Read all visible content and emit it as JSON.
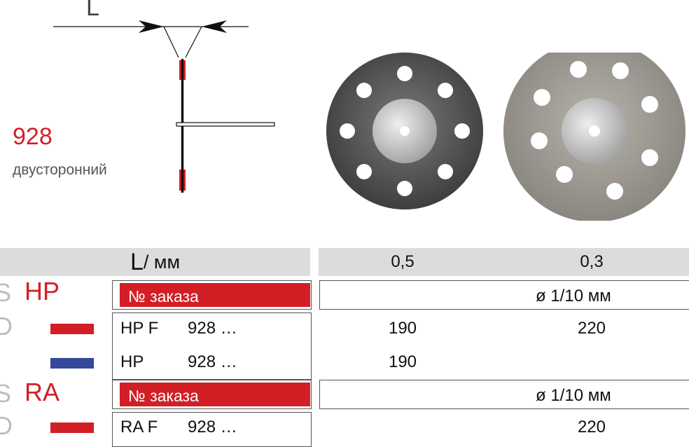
{
  "header": {
    "dim_label": "L",
    "code": "928",
    "subtitle": "двусторонний"
  },
  "table": {
    "header": {
      "dim": "L",
      "unit": " / мм",
      "values": [
        "0,5",
        "0,3"
      ]
    },
    "sections": [
      {
        "edge_letter": "S",
        "name": "HP",
        "order_label": "№ заказа",
        "diameter_label": "ø 1/10 мм",
        "rows": [
          {
            "edge_letter": "D",
            "marker_color": "#d21f26",
            "prefix": "HP F",
            "code": "928 …",
            "v05": "190",
            "v03": "220"
          },
          {
            "edge_letter": "",
            "marker_color": "#34479b",
            "prefix": "HP",
            "code": "928 …",
            "v05": "190",
            "v03": ""
          }
        ]
      },
      {
        "edge_letter": "S",
        "name": "RA",
        "order_label": "№ заказа",
        "diameter_label": "ø 1/10 мм",
        "rows": [
          {
            "edge_letter": "D",
            "marker_color": "#d21f26",
            "prefix": "RA F",
            "code": "928 …",
            "v05": "",
            "v03": "220"
          }
        ]
      }
    ]
  }
}
